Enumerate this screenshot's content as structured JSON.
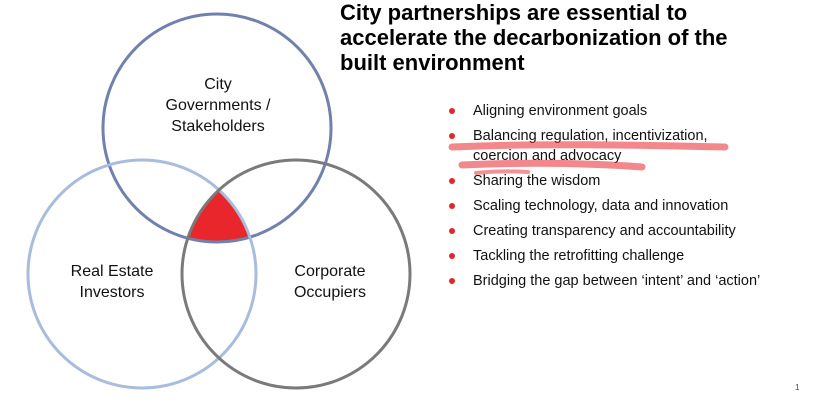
{
  "title": "City partnerships are essential to accelerate the decarbonization of the built environment",
  "venn": {
    "circles": [
      {
        "label_lines": [
          "City",
          "Governments /",
          "Stakeholders"
        ],
        "color": "#7081ad"
      },
      {
        "label_lines": [
          "Real Estate",
          "Investors"
        ],
        "color": "#a8bcdd"
      },
      {
        "label_lines": [
          "Corporate",
          "Occupiers"
        ],
        "color": "#7a7a7a"
      }
    ],
    "intersection_color": "#e8262b"
  },
  "bullets": [
    {
      "lines": [
        "Aligning environment goals"
      ]
    },
    {
      "lines": [
        "Balancing regulation, incentivization,",
        "coercion and advocacy"
      ]
    },
    {
      "lines": [
        "Sharing the wisdom"
      ]
    },
    {
      "lines": [
        "Scaling technology, data and innovation"
      ]
    },
    {
      "lines": [
        "Creating transparency and accountability"
      ]
    },
    {
      "lines": [
        "Tackling the retrofitting challenge"
      ]
    },
    {
      "lines": [
        "Bridging the gap between ‘intent’ and ‘action’"
      ]
    }
  ],
  "bullet_color": "#e3262b",
  "highlight_color": "#e8262b",
  "page_number": "1"
}
